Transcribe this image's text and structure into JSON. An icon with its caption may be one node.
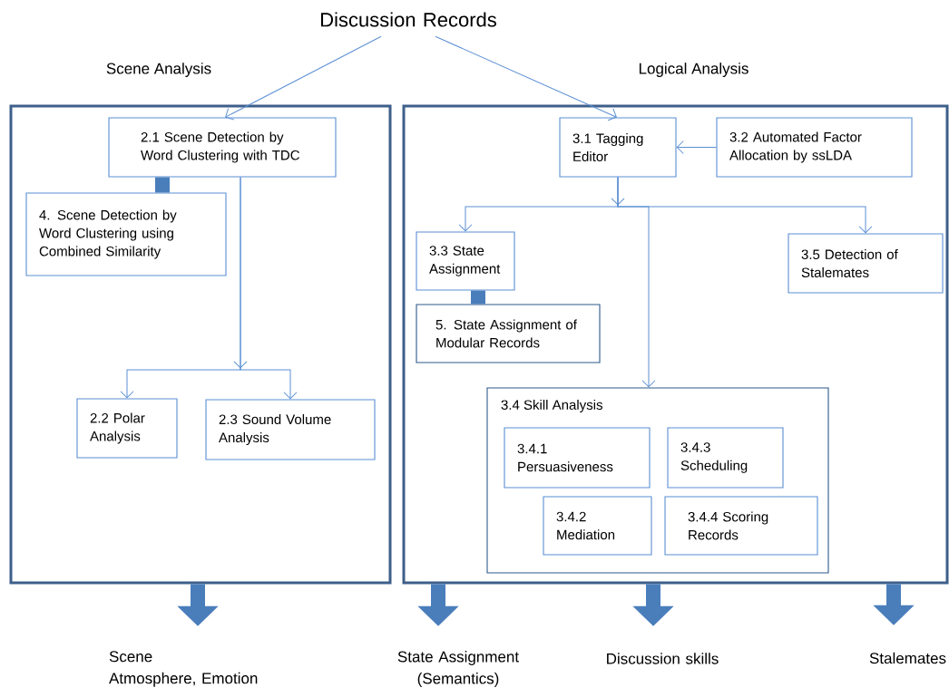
{
  "diagram": {
    "nodes": [
      {
        "text": [
          "Discussion Records"
        ]
      },
      {
        "text": [
          "Scene Analysis"
        ]
      },
      {
        "text": [
          "2.1 Scene Detection  by Word Clustering with TDC"
        ],
        "in": 1
      },
      {
        "text": [
          "4. Scene Detection by Word Clustering using Combined Similarity"
        ],
        "in": 1
      },
      {
        "text": [
          "2.2 Polar Analysis"
        ],
        "in": 1
      },
      {
        "text": [
          "2.3 Sound Volume Analysis"
        ],
        "in": 1
      },
      {
        "text": [
          "Logical Analysis"
        ]
      },
      {
        "text": [
          "3.1 Tagging Editor"
        ],
        "in": 6
      },
      {
        "text": [
          "3.2 Automated Factor Allocation by ssLDA"
        ],
        "in": 6
      },
      {
        "text": [
          "3.3 State Assignment"
        ],
        "in": 6
      },
      {
        "text": [
          "3.5 Detection of Stalemates"
        ],
        "in": 6
      },
      {
        "text": [
          "5. State Assignment of Modular Records"
        ],
        "in": 6
      },
      {
        "text": [
          "3.4 Skill Analysis"
        ],
        "in": 6
      },
      {
        "text": [
          "3.4.1 Persuasiveness"
        ],
        "in": 12
      },
      {
        "text": [
          "3.4.3 Scheduling"
        ],
        "in": 12
      },
      {
        "text": [
          "3.4.2 Mediation"
        ],
        "in": 12
      },
      {
        "text": [
          "3.4.4 Scoring Records"
        ],
        "in": 12
      },
      {
        "text": [
          "Scene",
          "Atmosphere, Emotion"
        ]
      },
      {
        "text": [
          "State Assignment (Semantics)"
        ]
      },
      {
        "text": [
          "Discussion skills"
        ]
      },
      {
        "text": [
          "Stalemates"
        ]
      }
    ],
    "edges": [
      {
        "from": 0,
        "to": 2,
        "arrow": "to"
      },
      {
        "from": 0,
        "to": 7,
        "arrow": "to"
      },
      {
        "from": 8,
        "to": 7,
        "arrow": "to"
      },
      {
        "from": 2,
        "to": 3,
        "arrow": "none",
        "style": "thick"
      },
      {
        "from": 2,
        "to": 4,
        "arrow": "to"
      },
      {
        "from": 2,
        "to": 5,
        "arrow": "to"
      },
      {
        "from": 7,
        "to": 9,
        "arrow": "to"
      },
      {
        "from": 7,
        "to": 12,
        "arrow": "to"
      },
      {
        "from": 7,
        "to": 10,
        "arrow": "to"
      },
      {
        "from": 9,
        "to": 11,
        "arrow": "none",
        "style": "thick"
      },
      {
        "from": 1,
        "to": 17,
        "arrow": "to",
        "style": "thick"
      },
      {
        "from": 6,
        "to": 18,
        "arrow": "to",
        "style": "thick"
      },
      {
        "from": 6,
        "to": 19,
        "arrow": "to",
        "style": "thick"
      },
      {
        "from": 6,
        "to": 20,
        "arrow": "to",
        "style": "thick"
      }
    ]
  }
}
